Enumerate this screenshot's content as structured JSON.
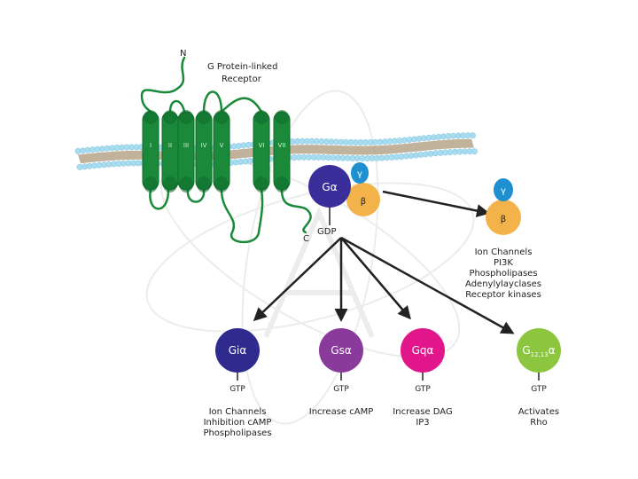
{
  "colors": {
    "receptor": "#1a8a3a",
    "receptor_dark": "#0f6a2a",
    "membrane_bead": "#a8dcf0",
    "membrane_core": "#b5a58a",
    "g_alpha": "#3a2f9a",
    "beta": "#f4b24a",
    "gamma": "#1e8fd0",
    "gi": "#2e2a8e",
    "gs": "#8a3a9a",
    "gq": "#e0168a",
    "g1213": "#8cc63f",
    "arrow": "#222222"
  },
  "receptor": {
    "n_label": "N",
    "c_label": "C",
    "title_line1": "G Protein-linked",
    "title_line2": "Receptor",
    "helices": [
      "I",
      "II",
      "III",
      "IV",
      "V",
      "VI",
      "VII"
    ]
  },
  "heterotrimer": {
    "alpha_label": "Gα",
    "beta_label": "β",
    "gamma_label": "γ",
    "gdp_label": "GDP"
  },
  "beta_gamma": {
    "beta_label": "β",
    "gamma_label": "γ",
    "effects": [
      "Ion Channels",
      "PI3K",
      "Phospholipases",
      "Adenylylayclases",
      "Receptor kinases"
    ]
  },
  "subunits": [
    {
      "id": "gi",
      "label": "Giα",
      "gtp": "GTP",
      "effects": [
        "Ion Channels",
        "Inhibition cAMP",
        "Phospholipases"
      ]
    },
    {
      "id": "gs",
      "label": "Gsα",
      "gtp": "GTP",
      "effects": [
        "Increase cAMP"
      ]
    },
    {
      "id": "gq",
      "label": "Gqα",
      "gtp": "GTP",
      "effects": [
        "Increase DAG",
        "IP3"
      ]
    },
    {
      "id": "g1213",
      "label_main": "G",
      "label_sub": "12,13",
      "label_tail": "α",
      "gtp": "GTP",
      "effects": [
        "Activates",
        "Rho"
      ]
    }
  ]
}
